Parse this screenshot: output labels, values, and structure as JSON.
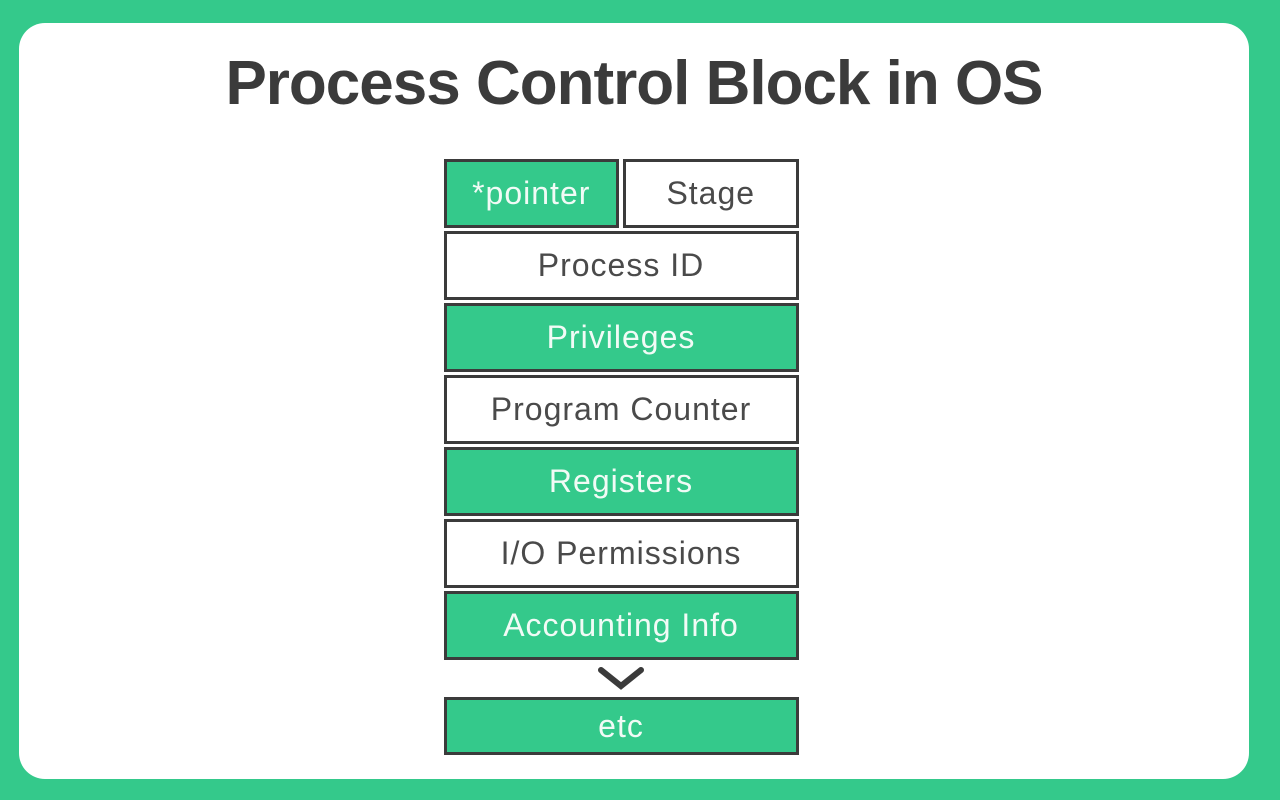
{
  "title": "Process Control Block in OS",
  "colors": {
    "green": "#34C98B",
    "border": "#3B3B3B",
    "card_bg": "#FFFFFF",
    "title_text": "#3B3B3B",
    "dark_text": "#4A4A4A",
    "light_text": "#F1FBF6"
  },
  "diagram": {
    "header_left": "*pointer",
    "header_right": "Stage",
    "rows": [
      {
        "label": "Process ID",
        "variant": "white"
      },
      {
        "label": "Privileges",
        "variant": "green"
      },
      {
        "label": "Program Counter",
        "variant": "white"
      },
      {
        "label": "Registers",
        "variant": "green"
      },
      {
        "label": "I/O Permissions",
        "variant": "white"
      },
      {
        "label": "Accounting Info",
        "variant": "green"
      }
    ],
    "arrow_icon": "chevron-down-icon",
    "footer": "etc"
  }
}
